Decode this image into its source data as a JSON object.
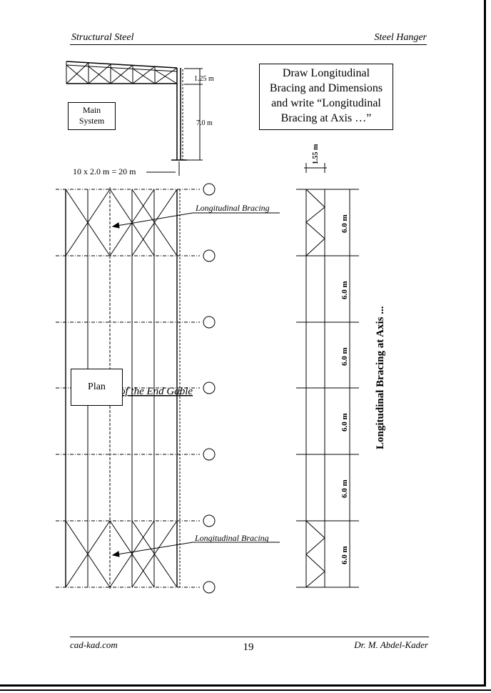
{
  "header": {
    "left": "Structural Steel",
    "right": "Steel Hanger"
  },
  "footer": {
    "left": "cad-kad.com",
    "page_number": "19",
    "right": "Dr. M. Abdel-Kader"
  },
  "instruction_box": {
    "lines": [
      "Draw Longitudinal",
      "Bracing and Dimensions",
      "and write “Longitudinal",
      "Bracing at Axis …”"
    ]
  },
  "main_system_box": {
    "lines": [
      "Main",
      "System"
    ]
  },
  "plan_box": {
    "label": "Plan"
  },
  "dimensions": {
    "height_top": "1.25 m",
    "height_column": "7.0 m",
    "span_label": "10 x 2.0 m = 20 m",
    "bracing_width": "1.55 m",
    "bay": "6.0 m"
  },
  "labels": {
    "long_bracing_top": "Longitudinal Bracing",
    "long_bracing_bottom": "Longitudinal Bracing",
    "gable_text": "of the End Gable",
    "axis_title": "Longitudinal Bracing at Axis ..."
  }
}
